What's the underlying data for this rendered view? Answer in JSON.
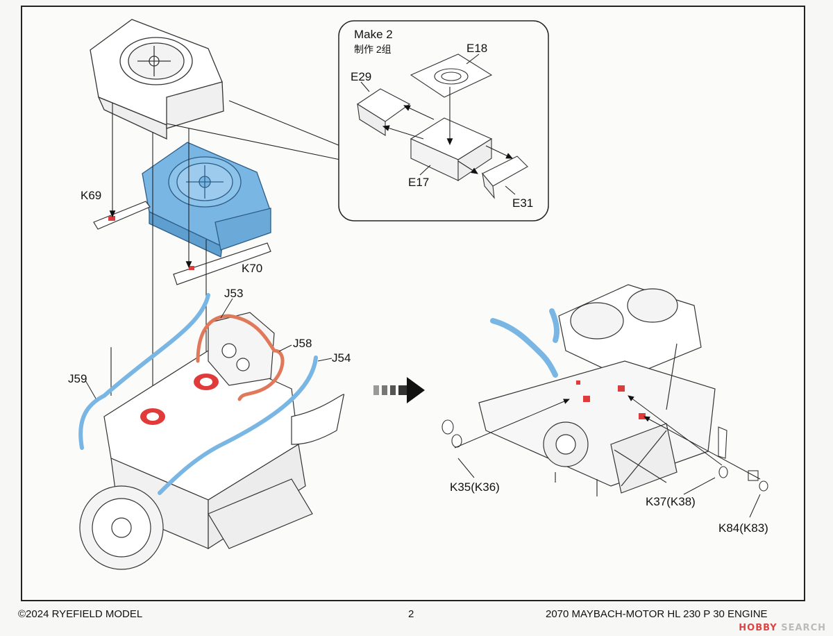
{
  "inset": {
    "line1": "Make 2",
    "line2": "制作 2组"
  },
  "labels": {
    "e18": "E18",
    "e29": "E29",
    "e17": "E17",
    "e31": "E31",
    "k69": "K69",
    "k70": "K70",
    "j53": "J53",
    "j58": "J58",
    "j54": "J54",
    "j59": "J59",
    "k35": "K35(K36)",
    "k37": "K37(K38)",
    "k84": "K84(K83)"
  },
  "footer": {
    "copyright": "©2024 RYEFIELD MODEL",
    "page": "2",
    "title": "2070  MAYBACH-MOTOR HL 230 P 30 ENGINE"
  },
  "watermark": {
    "brand": "HOBBY",
    "suffix": "SEARCH"
  },
  "colors": {
    "highlight_blue": "#79b6e3",
    "hose_orange": "#e0785a",
    "glue_red": "#e03a3a"
  }
}
